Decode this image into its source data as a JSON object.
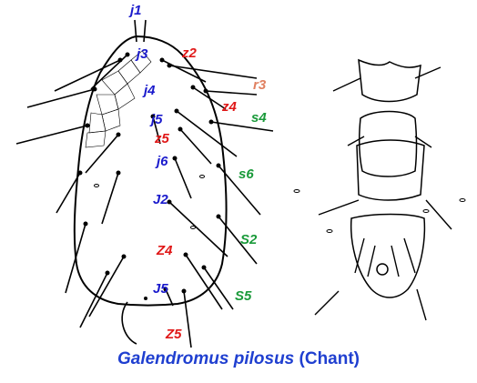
{
  "colors": {
    "blue": "#1a1acc",
    "red": "#e01818",
    "green": "#1a9a3a",
    "orange": "#e08060",
    "caption": "#1f3fd0",
    "outline": "#000000"
  },
  "setae_labels": [
    {
      "key": "j1",
      "text": "j1",
      "color": "blue"
    },
    {
      "key": "j3",
      "text": "j3",
      "color": "blue"
    },
    {
      "key": "z2",
      "text": "z2",
      "color": "red"
    },
    {
      "key": "r3",
      "text": "r3",
      "color": "orange"
    },
    {
      "key": "j4",
      "text": "j4",
      "color": "blue"
    },
    {
      "key": "z4",
      "text": "z4",
      "color": "red"
    },
    {
      "key": "s4",
      "text": "s4",
      "color": "green"
    },
    {
      "key": "j5",
      "text": "j5",
      "color": "blue"
    },
    {
      "key": "z5",
      "text": "z5",
      "color": "red"
    },
    {
      "key": "j6",
      "text": "j6",
      "color": "blue"
    },
    {
      "key": "s6",
      "text": "s6",
      "color": "green"
    },
    {
      "key": "J2",
      "text": "J2",
      "color": "blue"
    },
    {
      "key": "Z4",
      "text": "Z4",
      "color": "red"
    },
    {
      "key": "S2",
      "text": "S2",
      "color": "green"
    },
    {
      "key": "J5",
      "text": "J5",
      "color": "blue"
    },
    {
      "key": "S5",
      "text": "S5",
      "color": "green"
    },
    {
      "key": "Z5",
      "text": "Z5",
      "color": "red"
    }
  ],
  "caption": {
    "genus_species": "Galendromus pilosus",
    "author": "(Chant)"
  }
}
